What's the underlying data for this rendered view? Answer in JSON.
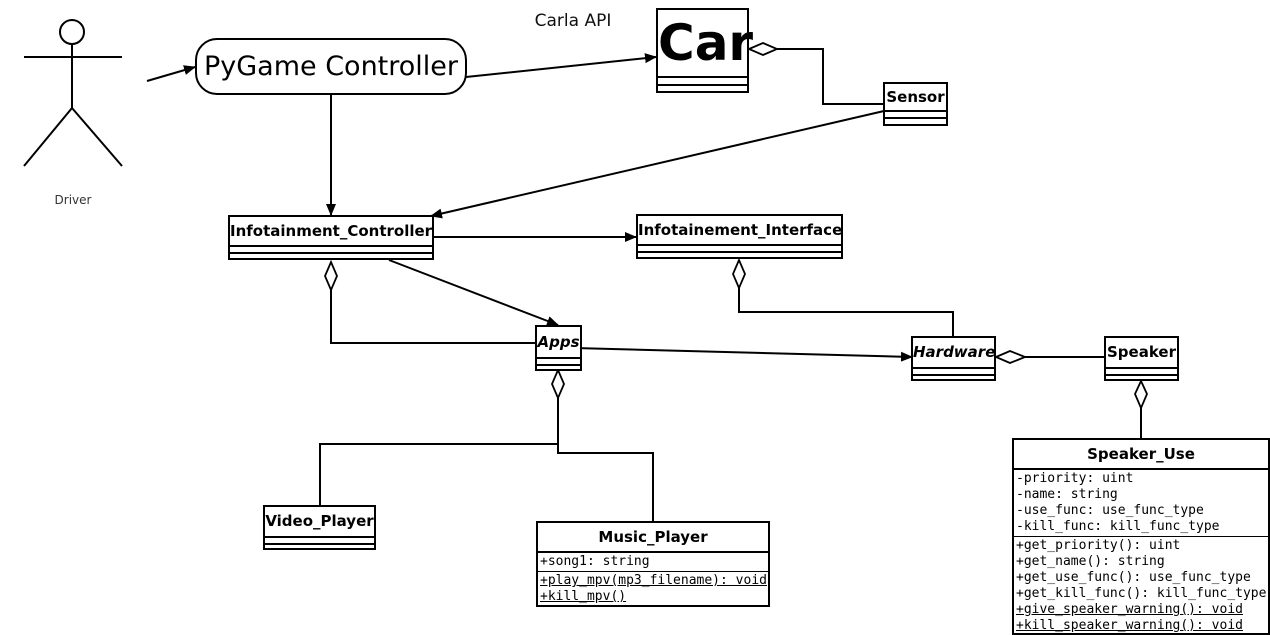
{
  "actor": {
    "label": "Driver"
  },
  "annotations": {
    "carla_api": "Carla API"
  },
  "nodes": {
    "pygame_controller": "PyGame Controller",
    "car": "Car",
    "sensor": "Sensor",
    "infotainment_controller": "Infotainment_Controller",
    "infotainement_interface": "Infotainement_Interface",
    "apps": "Apps",
    "hardware": "Hardware",
    "speaker": "Speaker",
    "video_player": "Video_Player"
  },
  "music_player": {
    "name": "Music_Player",
    "attributes": [
      "+song1: string"
    ],
    "methods": [
      "+play_mpv(mp3_filename): void",
      "+kill_mpv()"
    ]
  },
  "speaker_use": {
    "name": "Speaker_Use",
    "attributes": [
      "-priority: uint",
      "-name: string",
      "-use_func: use_func_type",
      "-kill_func: kill_func_type"
    ],
    "methods": [
      "+get_priority(): uint",
      "+get_name(): string",
      "+get_use_func(): use_func_type",
      "+get_kill_func(): kill_func_type",
      "+give_speaker_warning(): void",
      "+kill_speaker_warning(): void"
    ]
  },
  "relations": [
    {
      "from": "Driver",
      "to": "PyGame Controller",
      "kind": "association"
    },
    {
      "from": "PyGame Controller",
      "to": "Car",
      "kind": "association"
    },
    {
      "from": "Car",
      "to": "Sensor",
      "kind": "aggregation"
    },
    {
      "from": "PyGame Controller",
      "to": "Infotainment_Controller",
      "kind": "association"
    },
    {
      "from": "Sensor",
      "to": "Infotainment_Controller",
      "kind": "association"
    },
    {
      "from": "Infotainment_Controller",
      "to": "Infotainement_Interface",
      "kind": "association"
    },
    {
      "from": "Infotainment_Controller",
      "to": "Apps",
      "kind": "association"
    },
    {
      "from": "Infotainment_Controller",
      "to": "Apps",
      "kind": "aggregation"
    },
    {
      "from": "Infotainement_Interface",
      "to": "Hardware",
      "kind": "aggregation"
    },
    {
      "from": "Apps",
      "to": "Hardware",
      "kind": "association"
    },
    {
      "from": "Hardware",
      "to": "Speaker",
      "kind": "aggregation"
    },
    {
      "from": "Speaker",
      "to": "Speaker_Use",
      "kind": "aggregation"
    },
    {
      "from": "Apps",
      "to": "Video_Player",
      "kind": "aggregation"
    },
    {
      "from": "Apps",
      "to": "Music_Player",
      "kind": "aggregation"
    }
  ]
}
